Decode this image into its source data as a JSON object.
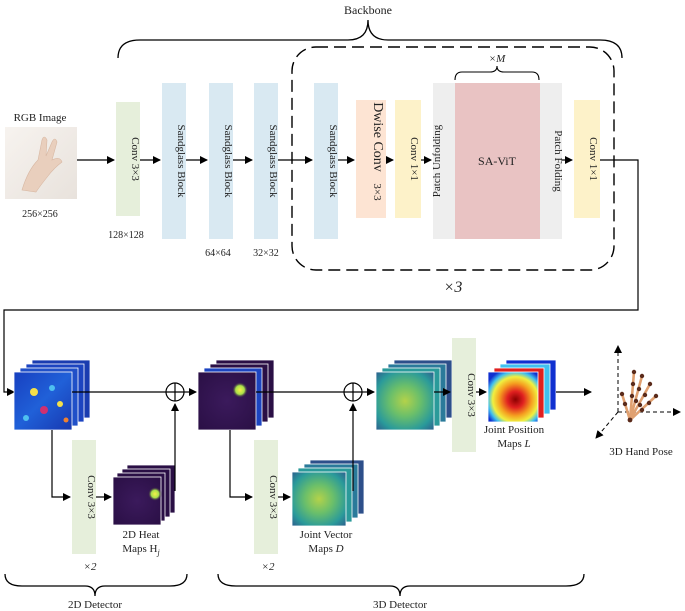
{
  "backbone": {
    "title": "Backbone",
    "rgb_label": "RGB Image",
    "input_size": "256×256",
    "conv_first": "Conv 3×3",
    "sandglass_label": "Sandglass Block",
    "res_128": "128×128",
    "res_64": "64×64",
    "res_32": "32×32",
    "dwise_conv": "Dwise Conv",
    "dwise_kernel": "3×3",
    "conv_1x1": "Conv 1×1",
    "patch_unfolding": "Patch Unfolding",
    "sa_vit": "SA-ViT",
    "repeat_m": "×M",
    "patch_folding": "Patch Folding",
    "conv_last": "Conv 1×1",
    "repeat_3": "×3"
  },
  "detector2d": {
    "conv": "Conv 3×3",
    "repeat": "×2",
    "heat_line1": "2D Heat",
    "heat_line2": "Maps H",
    "heat_sub": "j",
    "title": "2D Detector"
  },
  "detector3d": {
    "conv_vector": "Conv 3×3",
    "repeat": "×2",
    "vector_line1": "Joint Vector",
    "vector_line2": "Maps ",
    "vector_var": "D",
    "conv_position": "Conv 3×3",
    "position_line1": "Joint Position",
    "position_line2": "Maps ",
    "position_var": "L",
    "pose": "3D Hand Pose",
    "title": "3D Detector"
  },
  "colors": {
    "conv_green": "#e6efdb",
    "sandglass_blue": "#d9e9f2",
    "dwise_orange": "#fde4d3",
    "conv1x1_yellow": "#fdf2c9",
    "patch_gray": "#eeeeee",
    "savit_pink": "#e9c3c3"
  }
}
